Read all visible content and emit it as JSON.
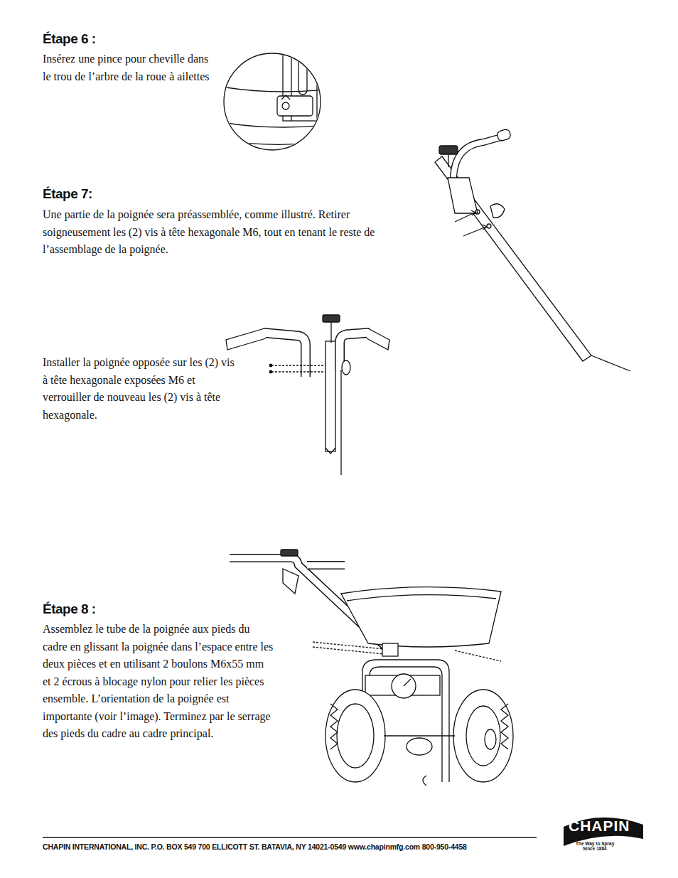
{
  "diagram": {
    "labels": [
      "Étape 6 :",
      "Insérez une pince pour cheville dans le trou de l’arbre de la roue à ailettes",
      "Étape 7:",
      "Une partie de la poignée sera préassemblée, comme illustré. Retirer soigneusement les (2) vis à tête hexagonale M6, tout en tenant le reste de l’assemblage de la poignée.",
      "Installer la poignée opposée sur les (2) vis à tête hexagonale exposées M6 et verrouiller de nouveau les (2) vis à tête hexagonale.",
      "Étape 8 :",
      "Assemblez le tube de la poignée aux pieds du cadre en glissant la poignée dans l’espace entre les deux pièces et en utilisant 2 boulons M6x55 mm et 2 écrous à blocage nylon pour relier les pièces ensemble. L’orientation de la poignée est importante (voir l’image). Terminez par le serrage des pieds du cadre au cadre principal.",
      "CHAPIN INTERNATIONAL, INC.  P.O. BOX 549 700 ELLICOTT ST. BATAVIA, NY 14021-0549  www.chapinmfg.com  800-950-4458",
      "CHAPIN",
      "The Way to Spray",
      "Since 1884"
    ]
  }
}
